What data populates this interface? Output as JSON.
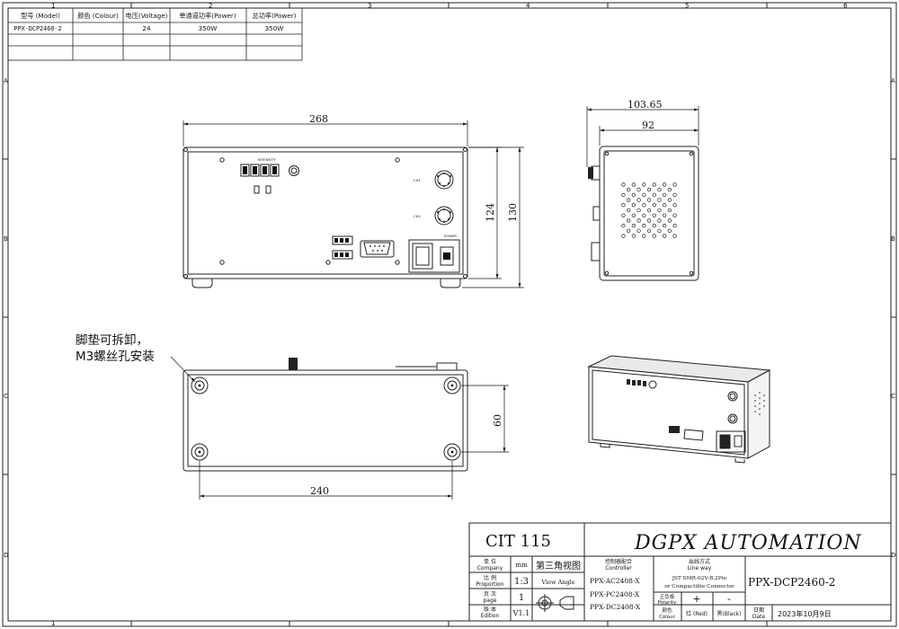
{
  "spec_table": {
    "headers": [
      "型号 (Model)",
      "颜色 (Colour)",
      "电压(Voltage)",
      "单通道功率(Power)",
      "总功率(Power)"
    ],
    "row": [
      "PPX-DCP2460-2",
      "",
      "24",
      "350W",
      "350W"
    ]
  },
  "frame": {
    "col_labels": [
      "1",
      "2",
      "3",
      "4",
      "5",
      "6"
    ],
    "row_labels": [
      "A",
      "B",
      "C",
      "D"
    ]
  },
  "front_view": {
    "dim_width": "268",
    "dim_height_inner": "124",
    "dim_height_outer": "130",
    "label_intensity": "INTENSITY",
    "label_ch1": "CH1",
    "label_ch2": "CH2",
    "label_power": "POWER"
  },
  "side_view": {
    "dim_outer": "103.65",
    "dim_inner": "92"
  },
  "bottom_view": {
    "note_line1": "脚垫可拆卸，",
    "note_line2": "M3螺丝孔安装",
    "dim_width": "240",
    "dim_height": "60"
  },
  "title_block": {
    "drawing_no": "CIT 115",
    "company_name": "DGPX AUTOMATION",
    "unit_label": "单 位",
    "unit_label_en": "Company",
    "unit_value": "mm",
    "view_label": "第三角视图",
    "scale_label": "比 例",
    "scale_label_en": "Proportion",
    "scale_value": "1:3",
    "view_angle": "View Angle",
    "page_label": "页 次",
    "page_label_en": "page",
    "page_value": "1",
    "edition_label": "版 本",
    "edition_label_en": "Edition",
    "edition_value": "V1.1",
    "controller_label": "控制器配合",
    "controller_label_en": "Controller",
    "controllers": [
      "PPX-AC2408-X",
      "PPX-PC2408-X",
      "PPX-DC2408-X"
    ],
    "lineway_label": "出线方式",
    "lineway_label_en": "Line way",
    "connector_line1": "JST SMR-02V-B,2Pin",
    "connector_line2": "or Compactible Connector",
    "polarity_label": "正负极",
    "polarity_label_en": "Polarity",
    "plus": "+",
    "minus": "-",
    "colour_label": "颜色",
    "colour_label_en": "Colour",
    "red": "红 (Red)",
    "black": "黑(Black)",
    "model": "PPX-DCP2460-2",
    "date_label": "日期",
    "date_label_en": "Date",
    "date_value": "2023年10月9日"
  }
}
